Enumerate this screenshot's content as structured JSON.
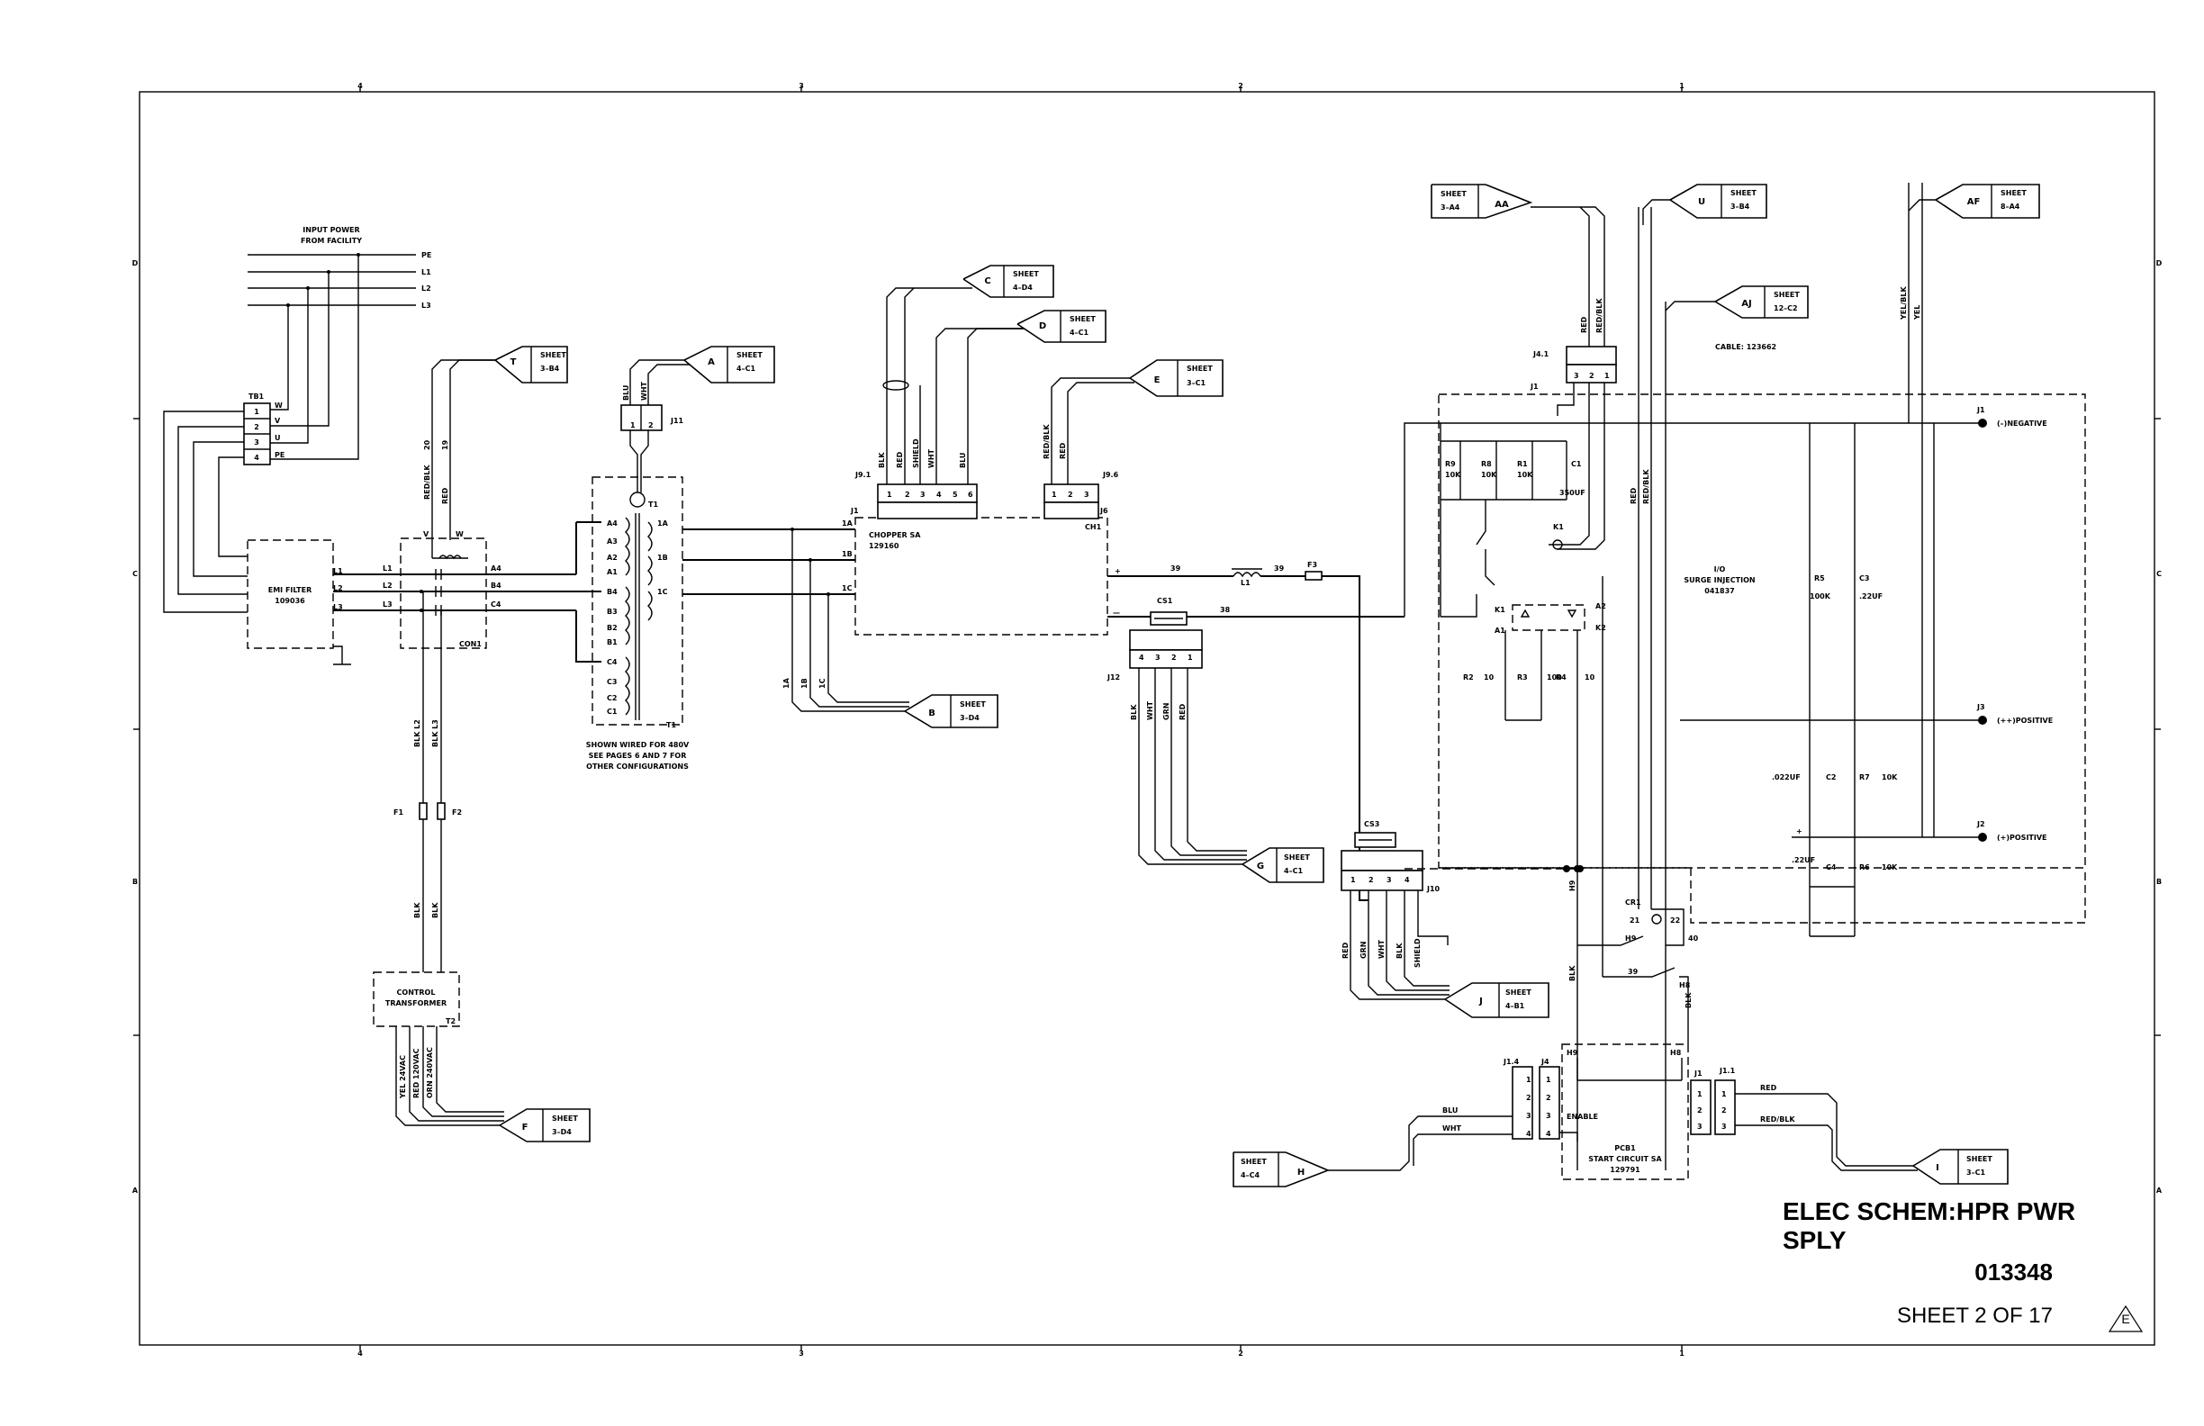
{
  "title_block": {
    "title": "ELEC SCHEM:HPR PWR SPLY",
    "drawing_number": "013348",
    "sheet": "SHEET 2 OF 17",
    "revision": "E"
  },
  "border": {
    "col_numbers": [
      "4",
      "3",
      "2",
      "1"
    ],
    "row_letters": [
      "D",
      "C",
      "B",
      "A"
    ]
  },
  "input_power": {
    "label_1": "INPUT POWER",
    "label_2": "FROM FACILITY",
    "lines": [
      "PE",
      "L1",
      "L2",
      "L3"
    ]
  },
  "tb1": {
    "label": "TB1",
    "pins": [
      "1",
      "2",
      "3",
      "4"
    ],
    "names": [
      "W",
      "V",
      "U",
      "PE"
    ]
  },
  "emi_filter": {
    "label": "EMI FILTER",
    "part": "109036",
    "inputs": [
      "L1",
      "L2",
      "L3"
    ],
    "outputs": [
      "L1",
      "L2",
      "L3"
    ]
  },
  "con1": {
    "label": "CON1",
    "terminals": [
      "A4",
      "B4",
      "C4"
    ],
    "top": [
      "V",
      "W"
    ]
  },
  "t1": {
    "label": "T1",
    "taps": [
      "A4",
      "A3",
      "A2",
      "A1",
      "B4",
      "B3",
      "B2",
      "B1",
      "C4",
      "C3",
      "C2",
      "C1"
    ],
    "secondary": [
      "1A",
      "1B",
      "1C"
    ],
    "note": [
      "SHOWN WIRED FOR 480V",
      "SEE PAGES 6 AND 7 FOR",
      "OTHER CONFIGURATIONS"
    ],
    "fan": "T1"
  },
  "j11": {
    "label": "J11",
    "wires": [
      "BLU",
      "WHT"
    ],
    "pins": [
      "1",
      "2"
    ]
  },
  "wires_con1_top": [
    "RED/BLK",
    "RED",
    "20",
    "19"
  ],
  "fuses": {
    "f1": "F1",
    "f2": "F2",
    "wire_top": [
      "BLK L2",
      "BLK L3"
    ],
    "wire_bottom": [
      "BLK",
      "BLK"
    ]
  },
  "control_transformer": {
    "label_1": "CONTROL",
    "label_2": "TRANSFORMER",
    "id": "T2",
    "outputs": [
      "YEL 24VAC",
      "RED 120VAC",
      "ORN 240VAC"
    ]
  },
  "chopper": {
    "label": "CHOPPER SA",
    "part": "129160",
    "j": "J1",
    "ch": "CH1",
    "inputs": [
      "1A",
      "1B",
      "1C"
    ],
    "plus": "+",
    "minus": "—"
  },
  "j9_1": {
    "label": "J9.1",
    "pins": [
      "1",
      "2",
      "3",
      "4",
      "5",
      "6"
    ],
    "wires": [
      "BLK",
      "RED",
      "SHIELD",
      "WHT",
      "BLU"
    ]
  },
  "j9_6": {
    "label": "J9.6",
    "pins": [
      "1",
      "2",
      "3"
    ],
    "wires": [
      "RED/BLK",
      "RED"
    ],
    "j6": "J6"
  },
  "secondary_wires": [
    "1A",
    "1B",
    "1C"
  ],
  "l1": {
    "label": "L1",
    "wire_in": "39",
    "wire_out": "39"
  },
  "f3": "F3",
  "wire_38": "38",
  "cs1": {
    "label": "CS1",
    "pins": [
      "4",
      "3",
      "2",
      "1"
    ]
  },
  "j12": {
    "label": "J12",
    "wires": [
      "BLK",
      "WHT",
      "GRN",
      "RED"
    ]
  },
  "cs3": {
    "label": "CS3",
    "pins": [
      "1",
      "2",
      "3",
      "4"
    ]
  },
  "j10": {
    "label": "J10",
    "wires": [
      "RED",
      "GRN",
      "WHT",
      "BLK",
      "SHIELD"
    ]
  },
  "j4_1": {
    "label": "J4.1",
    "pins": [
      "3",
      "2",
      "1"
    ],
    "wires": [
      "RED",
      "RED/BLK"
    ],
    "j1": "J1"
  },
  "cable": "CABLE: 123662",
  "wires_u": [
    "RED",
    "RED/BLK"
  ],
  "wires_af": [
    "YEL/BLK",
    "YEL"
  ],
  "surge": {
    "resistors": [
      {
        "name": "R9",
        "value": "10K"
      },
      {
        "name": "R8",
        "value": "10K"
      },
      {
        "name": "R1",
        "value": "10K"
      }
    ],
    "c1": {
      "name": "C1",
      "value": "350UF"
    },
    "k1": "K1",
    "k1_side": [
      "K1",
      "A1"
    ],
    "k2_side": [
      "A2",
      "K2"
    ],
    "lower_res": [
      {
        "name": "R2",
        "value": "10"
      },
      {
        "name": "R3",
        "value": "100"
      },
      {
        "name": "R4",
        "value": "10"
      }
    ],
    "title": [
      "I/O",
      "SURGE INJECTION",
      "041837"
    ],
    "r5": {
      "name": "R5",
      "value": "100K"
    },
    "c3": {
      "name": "C3",
      "value": ".22UF"
    },
    "c2": {
      "name": "C2",
      "value": ".022UF"
    },
    "r7": {
      "name": "R7",
      "value": "10K"
    },
    "c4": {
      "name": "C4",
      "value": ".22UF"
    },
    "r6": {
      "name": "R6",
      "value": "10K"
    },
    "plus": "+"
  },
  "outputs": [
    {
      "j": "J1",
      "label": "(–)NEGATIVE"
    },
    {
      "j": "J3",
      "label": "(++)POSITIVE"
    },
    {
      "j": "J2",
      "label": "(+)POSITIVE"
    }
  ],
  "cr1": {
    "label": "CR1",
    "pins": [
      "21",
      "22"
    ],
    "h9": "H9",
    "h8": "H8",
    "w40": "40",
    "w39": "39",
    "wire_h9": "H9",
    "blk": "BLK",
    "blk2": "BLK"
  },
  "pcb1": {
    "label": "PCB1",
    "name": "START CIRCUIT SA",
    "part": "129791",
    "h9": "H9",
    "h8": "H8",
    "enable": "ENABLE",
    "j4": "J4",
    "j1": "J1",
    "pins_left": [
      "1",
      "2",
      "3",
      "4"
    ],
    "pins_right": [
      "1",
      "2",
      "3"
    ]
  },
  "j1_4": {
    "label": "J1.4",
    "pins": [
      "1",
      "2",
      "3",
      "4"
    ],
    "wires": [
      "BLU",
      "WHT"
    ]
  },
  "j1_1": {
    "label": "J1.1",
    "pins": [
      "1",
      "2",
      "3"
    ],
    "wires": [
      "RED",
      "RED/BLK"
    ]
  },
  "refs": {
    "T": {
      "letter": "T",
      "sheet": "SHEET",
      "loc": "3–B4"
    },
    "A": {
      "letter": "A",
      "sheet": "SHEET",
      "loc": "4–C1"
    },
    "C": {
      "letter": "C",
      "sheet": "SHEET",
      "loc": "4–D4"
    },
    "D": {
      "letter": "D",
      "sheet": "SHEET",
      "loc": "4–C1"
    },
    "E": {
      "letter": "E",
      "sheet": "SHEET",
      "loc": "3–C1"
    },
    "B": {
      "letter": "B",
      "sheet": "SHEET",
      "loc": "3–D4"
    },
    "G": {
      "letter": "G",
      "sheet": "SHEET",
      "loc": "4–C1"
    },
    "J": {
      "letter": "J",
      "sheet": "SHEET",
      "loc": "4–B1"
    },
    "F": {
      "letter": "F",
      "sheet": "SHEET",
      "loc": "3–D4"
    },
    "H": {
      "letter": "H",
      "sheet": "SHEET",
      "loc": "4–C4"
    },
    "I": {
      "letter": "I",
      "sheet": "SHEET",
      "loc": "3–C1"
    },
    "AA": {
      "letter": "AA",
      "sheet": "SHEET",
      "loc": "3–A4"
    },
    "U": {
      "letter": "U",
      "sheet": "SHEET",
      "loc": "3–B4"
    },
    "AJ": {
      "letter": "AJ",
      "sheet": "SHEET",
      "loc": "12–C2"
    },
    "AF": {
      "letter": "AF",
      "sheet": "SHEET",
      "loc": "8–A4"
    }
  }
}
